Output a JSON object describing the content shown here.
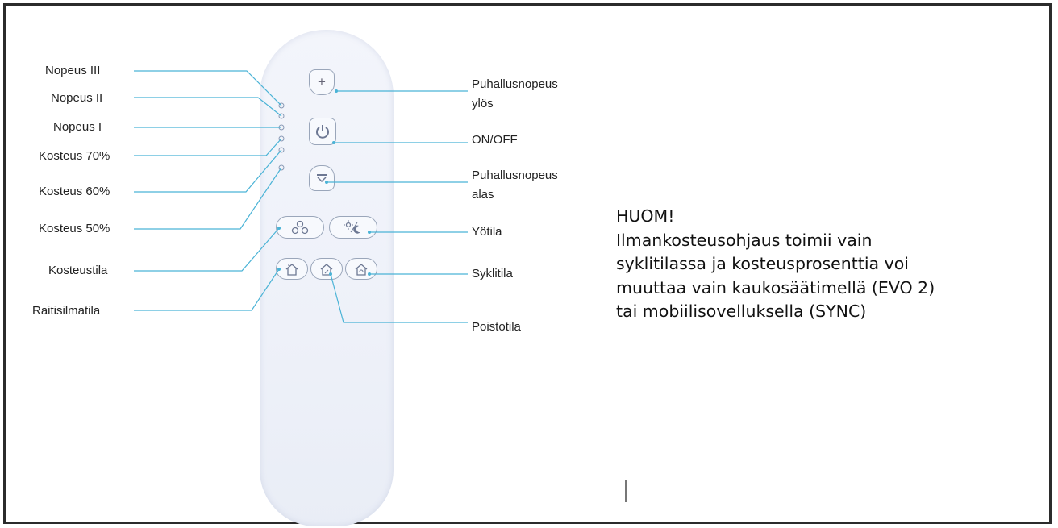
{
  "labels_left": {
    "nopeus_iii": "Nopeus III",
    "nopeus_ii": "Nopeus II",
    "nopeus_i": "Nopeus I",
    "kosteus_70": "Kosteus 70%",
    "kosteus_60": "Kosteus 60%",
    "kosteus_50": "Kosteus 50%",
    "kosteustila": "Kosteustila",
    "raitisilmatila": "Raitisilmatila"
  },
  "labels_right": {
    "speed_up_line1": "Puhallusnopeus",
    "speed_up_line2": "ylös",
    "on_off": "ON/OFF",
    "speed_down_line1": "Puhallusnopeus",
    "speed_down_line2": "alas",
    "yotila": "Yötila",
    "syklitila": "Syklitila",
    "poistotila": "Poistotila"
  },
  "note": {
    "title": "HUOM!",
    "lines": [
      "Ilmankosteusohjaus toimii vain",
      "syklitilassa ja kosteusprosenttia voi",
      "muuttaa vain kaukosäätimellä (EVO 2)",
      "tai mobiilisovelluksella (SYNC)"
    ]
  },
  "remote_buttons": {
    "plus_symbol": "+",
    "power_icon": "power-icon",
    "minus_icon": "minus-icon"
  },
  "colors": {
    "callout_line": "#4ab3d6",
    "remote_body": "#eef1f9",
    "button_border": "#9aa6ba"
  }
}
